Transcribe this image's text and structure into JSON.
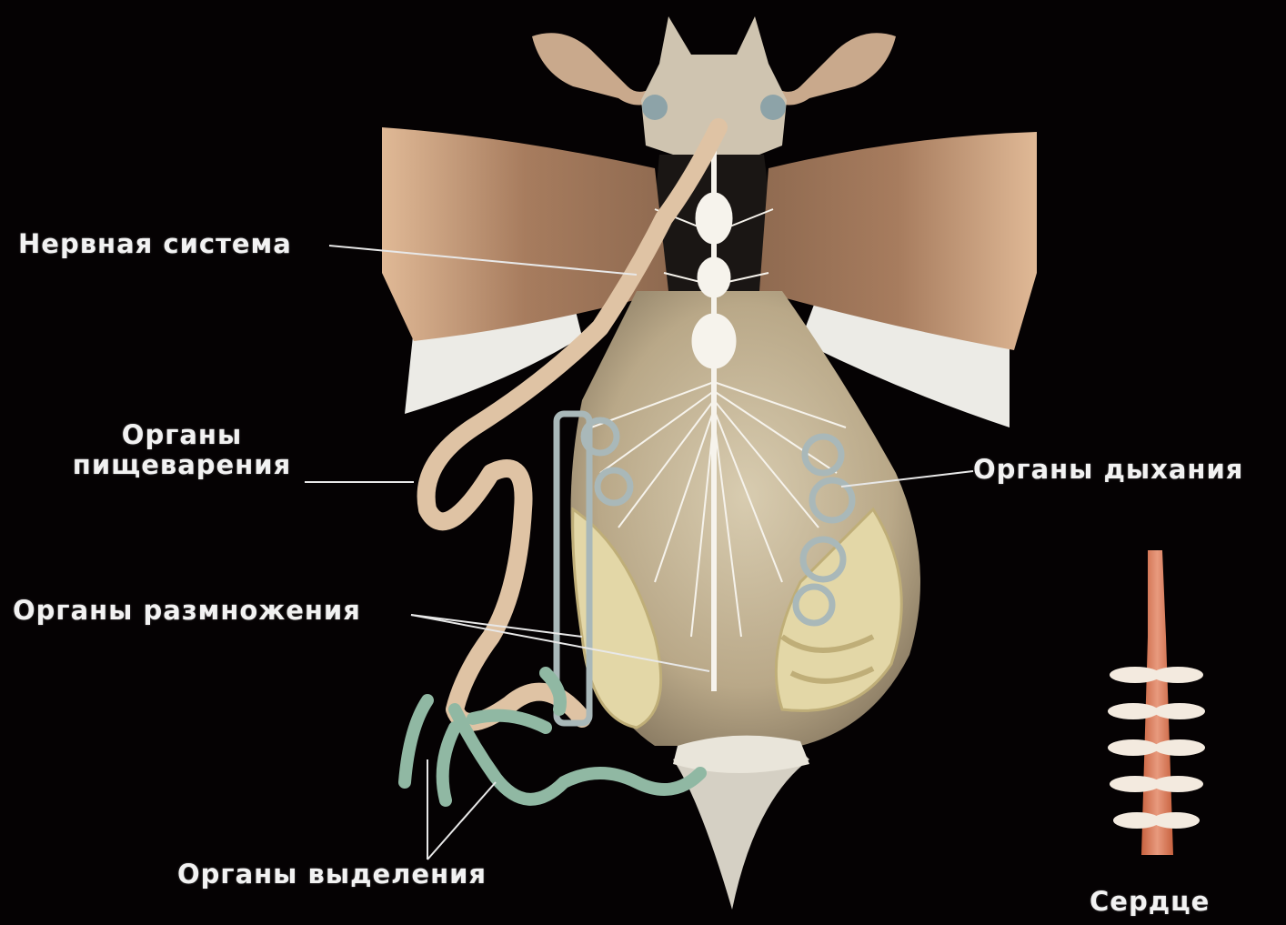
{
  "labels": {
    "nervous": "Нервная система",
    "digestive_line1": "Органы",
    "digestive_line2": "пищеварения",
    "respiratory": "Органы дыхания",
    "reproductive": "Органы размножения",
    "excretory": "Органы выделения",
    "heart": "Сердце"
  },
  "colors": {
    "background": "#050203",
    "wing": "#b88f70",
    "body": "#cdbfa3",
    "nerve": "#f4f1ea",
    "gut": "#dfc3a4",
    "trachea": "#a7b6b6",
    "ovary": "#e2d6a6",
    "malpighian": "#8fb7a2",
    "heart": "#d2765a",
    "leader_line": "#e8e8e8"
  }
}
